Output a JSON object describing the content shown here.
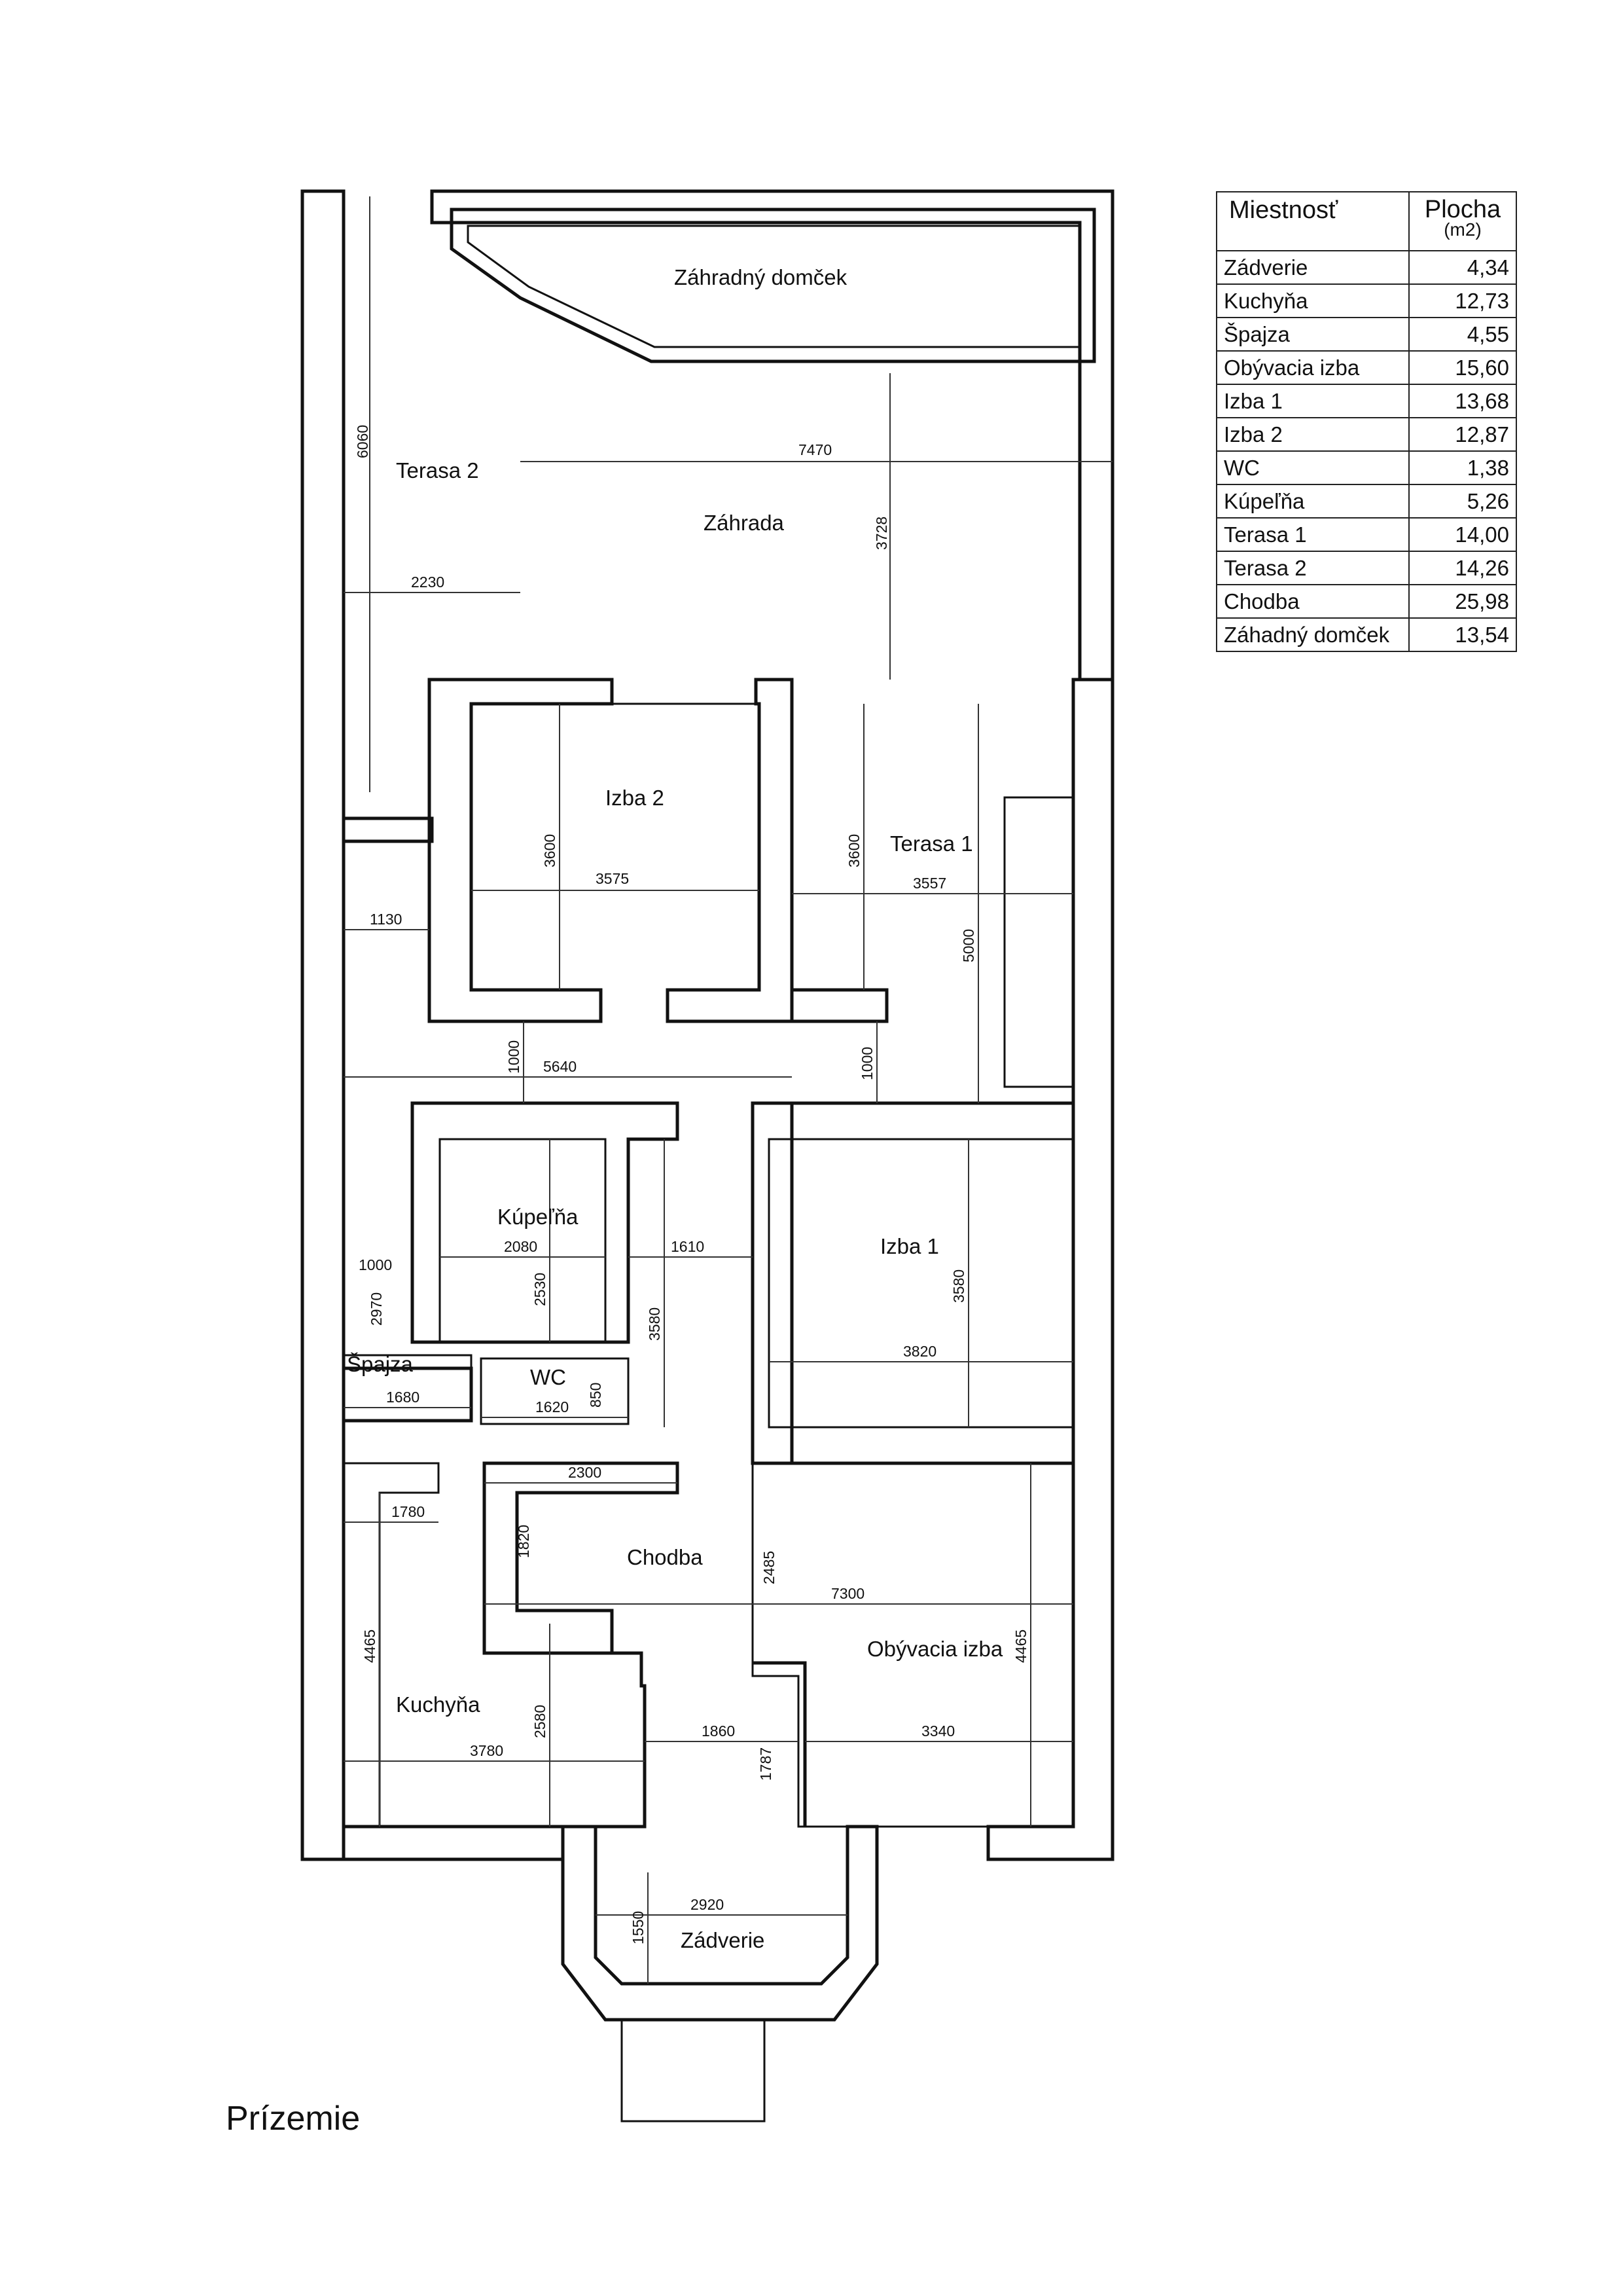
{
  "plan": {
    "title": "Prízemie",
    "rooms": {
      "zahradny_domcek": "Záhradný domček",
      "terasa2": "Terasa 2",
      "zahrada": "Záhrada",
      "izba2": "Izba 2",
      "terasa1": "Terasa 1",
      "kupelna": "Kúpeľňa",
      "izba1": "Izba 1",
      "spajza": "Špajza",
      "wc": "WC",
      "chodba": "Chodba",
      "obyvacia": "Obývacia izba",
      "kuchyna": "Kuchyňa",
      "zadverie": "Zádverie"
    },
    "dimensions": {
      "d6060": "6060",
      "d7470": "7470",
      "d3728": "3728",
      "d2230": "2230",
      "d3600a": "3600",
      "d3575": "3575",
      "d3600b": "3600",
      "d3557": "3557",
      "d5000": "5000",
      "d1130": "1130",
      "d1000a": "1000",
      "d5640": "5640",
      "d1000b": "1000",
      "d2080": "2080",
      "d2530": "2530",
      "d1000c": "1000",
      "d2970": "2970",
      "d1610": "1610",
      "d3580a": "3580",
      "d3580b": "3580",
      "d3820": "3820",
      "d1680": "1680",
      "d1620": "1620",
      "d850": "850",
      "d2300": "2300",
      "d1780": "1780",
      "d1820": "1820",
      "d2485": "2485",
      "d7300": "7300",
      "d4465a": "4465",
      "d4465b": "4465",
      "d2580": "2580",
      "d3780": "3780",
      "d1860": "1860",
      "d1787": "1787",
      "d3340": "3340",
      "d2920": "2920",
      "d1550": "1550"
    }
  },
  "area_table": {
    "header_room": "Miestnosť",
    "header_area": "Plocha",
    "header_unit": "(m2)",
    "rows": [
      {
        "name": "Zádverie",
        "area": "4,34"
      },
      {
        "name": "Kuchyňa",
        "area": "12,73"
      },
      {
        "name": "Špajza",
        "area": "4,55"
      },
      {
        "name": "Obývacia izba",
        "area": "15,60"
      },
      {
        "name": "Izba 1",
        "area": "13,68"
      },
      {
        "name": "Izba 2",
        "area": "12,87"
      },
      {
        "name": "WC",
        "area": "1,38"
      },
      {
        "name": "Kúpeľňa",
        "area": "5,26"
      },
      {
        "name": "Terasa 1",
        "area": "14,00"
      },
      {
        "name": "Terasa 2",
        "area": "14,26"
      },
      {
        "name": "Chodba",
        "area": "25,98"
      },
      {
        "name": "Záhadný domček",
        "area": "13,54"
      }
    ]
  }
}
